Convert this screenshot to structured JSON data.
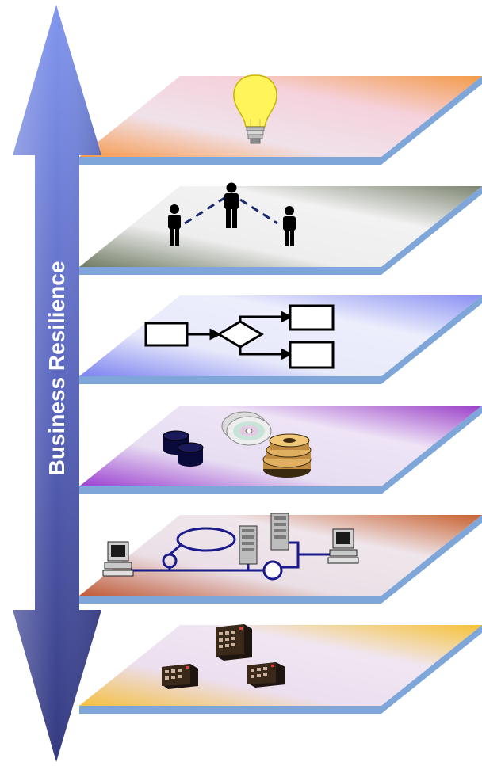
{
  "arrow": {
    "label": "Business Resilience",
    "colors": {
      "top": "#7a8ee8",
      "bottom": "#3a3f86"
    }
  },
  "layers": [
    {
      "id": "strategy",
      "icon": "lightbulb-icon",
      "gradient": [
        "#f79a4e",
        "#f0e2ea",
        "#f5d2dc",
        "#f49a48"
      ],
      "edge": "#7fa6d8"
    },
    {
      "id": "organization",
      "icon": "people-network-icon",
      "gradient": [
        "#6f7a62",
        "#eeeeee",
        "#f2f2f2",
        "#7c8470"
      ],
      "edge": "#7fa6d8"
    },
    {
      "id": "processes",
      "icon": "process-flowchart-icon",
      "gradient": [
        "#7c82f0",
        "#e8eafa",
        "#eceefc",
        "#8a90f2"
      ],
      "edge": "#7fa6d8"
    },
    {
      "id": "data",
      "icon": "data-storage-icon",
      "gradient": [
        "#9b3fd0",
        "#e8def2",
        "#eee4f6",
        "#9a3fc8"
      ],
      "edge": "#7fa6d8"
    },
    {
      "id": "technology",
      "icon": "network-computers-icon",
      "gradient": [
        "#c05a36",
        "#eadfe6",
        "#efe6ec",
        "#c8602e"
      ],
      "edge": "#7fa6d8"
    },
    {
      "id": "facilities",
      "icon": "buildings-icon",
      "gradient": [
        "#f5c040",
        "#ecdff0",
        "#f0e6f2",
        "#f6c236"
      ],
      "edge": "#7fa6d8"
    }
  ]
}
